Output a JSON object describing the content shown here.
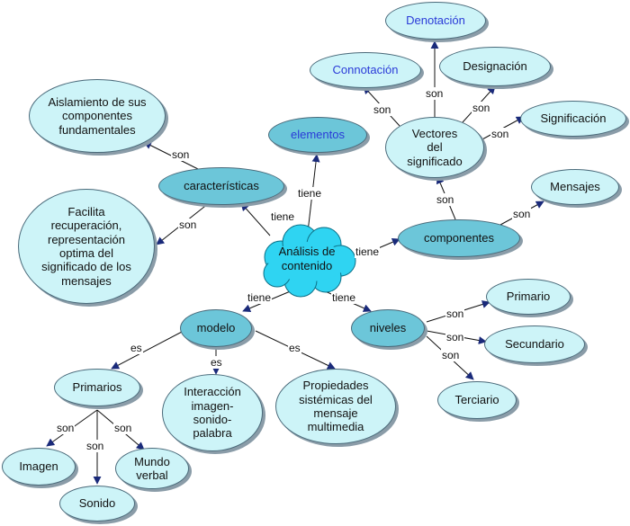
{
  "center": {
    "label_line1": "Análisis de",
    "label_line2": "contenido"
  },
  "nodes": {
    "denotacion": "Denotación",
    "connotacion": "Connotación",
    "designacion": "Designación",
    "significacion": "Significación",
    "vectores": "Vectores del significado",
    "elementos": "elementos",
    "aislamiento": "Aislamiento de sus componentes fundamentales",
    "caracteristicas": "características",
    "facilita": "Facilita recuperación, representación optima del significado de los mensajes",
    "mensajes": "Mensajes",
    "componentes": "componentes",
    "modelo": "modelo",
    "niveles": "niveles",
    "primario": "Primario",
    "secundario": "Secundario",
    "terciario": "Terciario",
    "primarios": "Primarios",
    "interaccion": "Interacción imagen-sonido-palabra",
    "propiedades": "Propiedades sistémicas del mensaje multimedia",
    "imagen": "Imagen",
    "sonido": "Sonido",
    "mundo_verbal": "Mundo verbal"
  },
  "links": {
    "son": "son",
    "tiene": "tiene",
    "es": "es"
  },
  "colors": {
    "light_node": "#cdf4f8",
    "dark_node": "#6cc6d9",
    "cloud": "#2fd4f2",
    "link_text": "#2a3ad8",
    "arrow": "#1a2a7a"
  }
}
